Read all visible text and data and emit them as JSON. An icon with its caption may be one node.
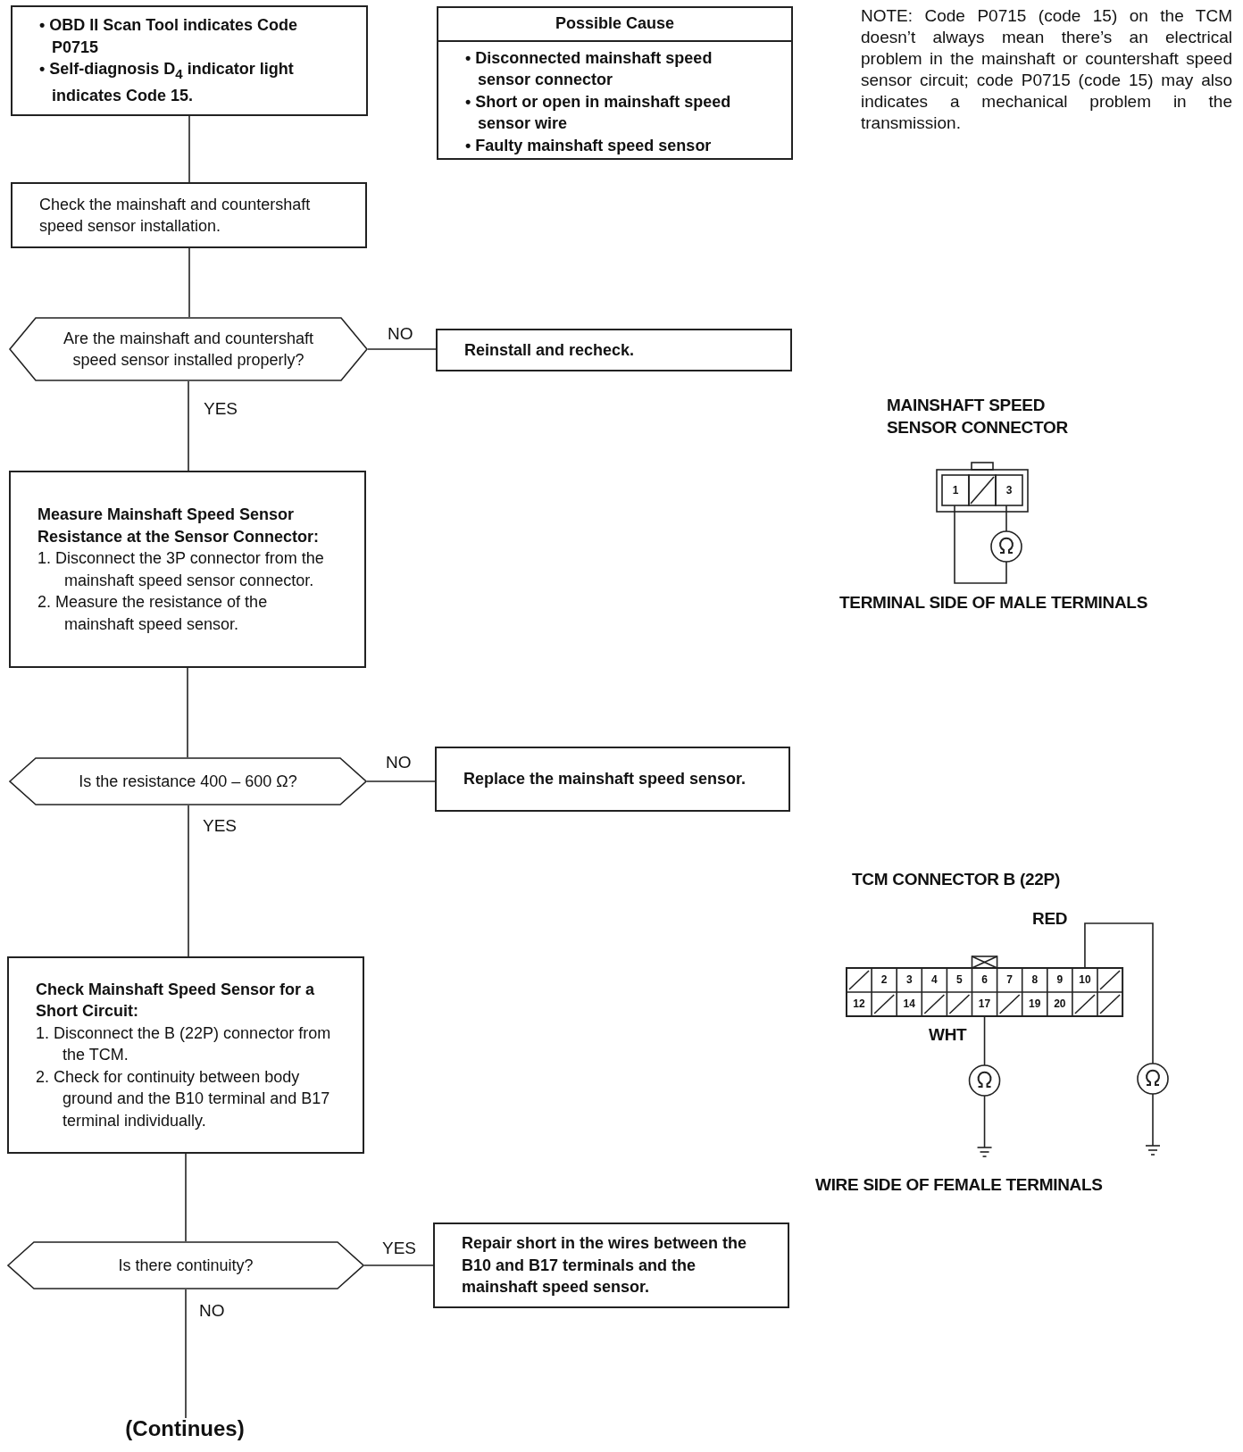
{
  "diagram": {
    "nodes": [
      {
        "text": [
          "• OBD II Scan Tool indicates Code P0715",
          "• Self-diagnosis D$_{4}$ indicator light indicates Code 15."
        ]
      },
      {
        "text": [
          "Possible Cause",
          "• Disconnected mainshaft speed sensor connector",
          "• Short or open in mainshaft speed sensor wire",
          "• Faulty mainshaft speed sensor"
        ]
      },
      {
        "text": [
          "Check the mainshaft and countershaft speed sensor installation."
        ]
      },
      {
        "text": [
          "Are the mainshaft and countershaft speed sensor installed properly?"
        ]
      },
      {
        "text": [
          "Reinstall and recheck."
        ]
      },
      {
        "text": [
          "Measure Mainshaft Speed Sensor Resistance at the Sensor Connector:",
          "1. Disconnect the 3P connector from the mainshaft speed sensor connector.",
          "2. Measure the resistance of the mainshaft speed sensor."
        ]
      },
      {
        "text": [
          "Is the resistance 400 – 600 Ω?"
        ]
      },
      {
        "text": [
          "Replace the mainshaft speed sensor."
        ]
      },
      {
        "text": [
          "Check Mainshaft Speed Sensor for a Short Circuit:",
          "1. Disconnect the B (22P) connector from the TCM.",
          "2. Check for continuity between body ground and the B10 terminal and B17 terminal individually."
        ]
      },
      {
        "text": [
          "Is there continuity?"
        ]
      },
      {
        "text": [
          "Repair short in the wires between the B10 and B17 terminals and the mainshaft speed sensor."
        ]
      },
      {
        "text": [
          "(Continues)"
        ]
      }
    ],
    "edges": [
      {
        "from": 0,
        "to": 2,
        "arrow": "none"
      },
      {
        "from": 2,
        "to": 3,
        "arrow": "none"
      },
      {
        "from": 3,
        "to": 4,
        "arrow": "none",
        "label": "NO"
      },
      {
        "from": 3,
        "to": 5,
        "arrow": "none",
        "label": "YES"
      },
      {
        "from": 5,
        "to": 6,
        "arrow": "none"
      },
      {
        "from": 6,
        "to": 7,
        "arrow": "none",
        "label": "NO"
      },
      {
        "from": 6,
        "to": 8,
        "arrow": "none",
        "label": "YES"
      },
      {
        "from": 8,
        "to": 9,
        "arrow": "none"
      },
      {
        "from": 9,
        "to": 10,
        "arrow": "none",
        "label": "YES"
      },
      {
        "from": 9,
        "to": 11,
        "arrow": "none",
        "label": "NO"
      }
    ],
    "labels": [
      "NOTE: Code P0715 (code 15) on the TCM doesn’t always mean there’s an electrical problem in the mainshaft or countershaft speed sensor circuit; code P0715 (code 15) may also indicates a mechanical problem in the transmission.",
      "MAINSHAFT SPEED SENSOR CONNECTOR",
      "1",
      "3",
      "TERMINAL SIDE OF MALE TERMINALS",
      "TCM CONNECTOR B (22P)",
      "RED",
      "2",
      "3",
      "4",
      "5",
      "6",
      "7",
      "8",
      "9",
      "10",
      "12",
      "14",
      "17",
      "19",
      "20",
      "WHT",
      "WIRE SIDE OF FEMALE TERMINALS"
    ]
  }
}
